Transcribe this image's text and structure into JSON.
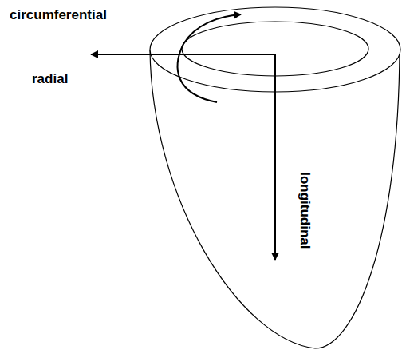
{
  "diagram": {
    "labels": [
      "circumferential",
      "radial",
      "longitudinal"
    ]
  }
}
